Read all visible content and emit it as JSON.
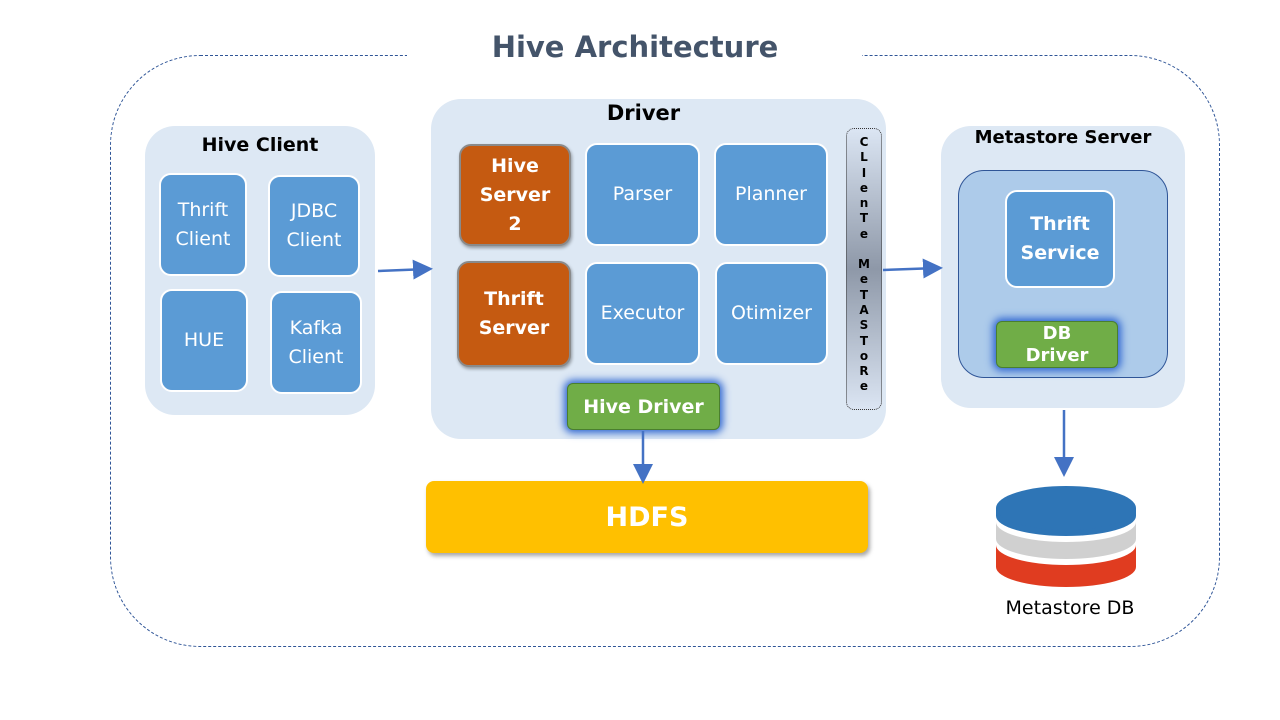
{
  "title": "Hive Architecture",
  "hive_client": {
    "title": "Hive Client",
    "items": [
      "Thrift Client",
      "JDBC Client",
      "HUE",
      "Kafka Client"
    ]
  },
  "driver": {
    "title": "Driver",
    "hive_server_2": "Hive Server 2",
    "thrift_server": "Thrift Server",
    "parser": "Parser",
    "planner": "Planner",
    "executor": "Executor",
    "optimizer": "Otimizer",
    "hive_driver": "Hive Driver",
    "metastore_client_letters": [
      "C",
      "L",
      "I",
      "e",
      "n",
      "T",
      "e",
      " ",
      "M",
      "e",
      "T",
      "A",
      "S",
      "T",
      "o",
      "R",
      "e"
    ]
  },
  "hdfs": "HDFS",
  "metastore_server": {
    "title": "Metastore Server",
    "thrift_service": "Thrift Service",
    "db_driver": "DB Driver"
  },
  "metastore_db": "Metastore DB",
  "colors": {
    "panel": "#dde8f4",
    "box": "#5b9bd5",
    "orange": "#c55a11",
    "green": "#70ad47",
    "hdfs": "#ffc000",
    "db_blue": "#2e75b6",
    "db_red": "#e03c20"
  }
}
